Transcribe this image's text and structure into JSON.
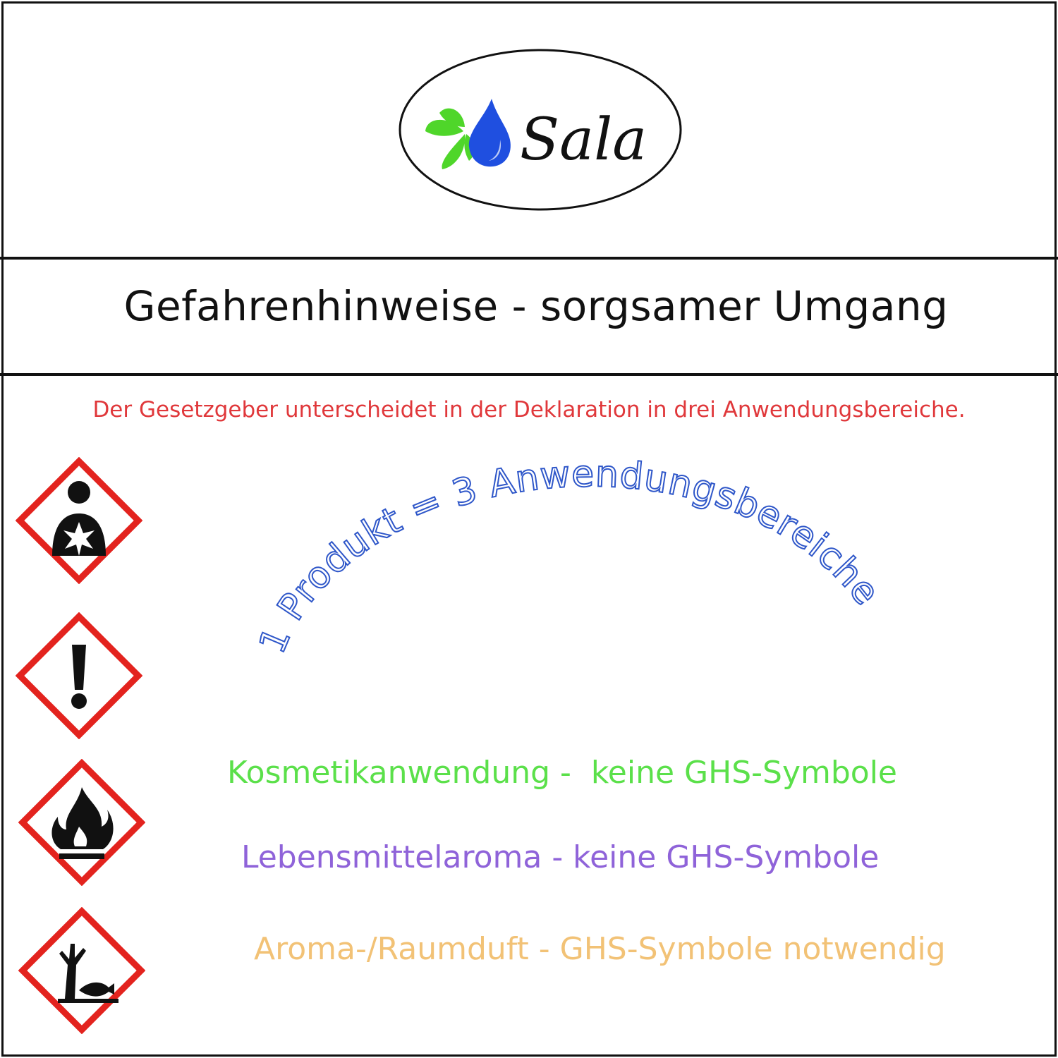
{
  "logo": {
    "brand": "Sala",
    "leaf_color": "#4fd62a",
    "drop_color": "#1f4fe0"
  },
  "header": {
    "title": "Gefahrenhinweise - sorgsamer Umgang"
  },
  "intro": {
    "text": "Der Gesetzgeber unterscheidet in der Deklaration in drei Anwendungsbereiche.",
    "color": "#e0383b"
  },
  "arc_heading": {
    "text": "1 Produkt = 3 Anwendungsbereiche",
    "color": "#2f57c9"
  },
  "ghs_symbols": [
    {
      "icon": "health-hazard-icon"
    },
    {
      "icon": "exclamation-mark-icon"
    },
    {
      "icon": "flame-icon"
    },
    {
      "icon": "environment-icon"
    }
  ],
  "uses": [
    {
      "text": "Kosmetikanwendung -  keine GHS-Symbole",
      "color": "#5be04a"
    },
    {
      "text": "Lebensmittelaroma - keine GHS-Symbole",
      "color": "#8f63d9"
    },
    {
      "text": "Aroma-/Raumduft - GHS-Symbole notwendig",
      "color": "#f2c276"
    }
  ]
}
